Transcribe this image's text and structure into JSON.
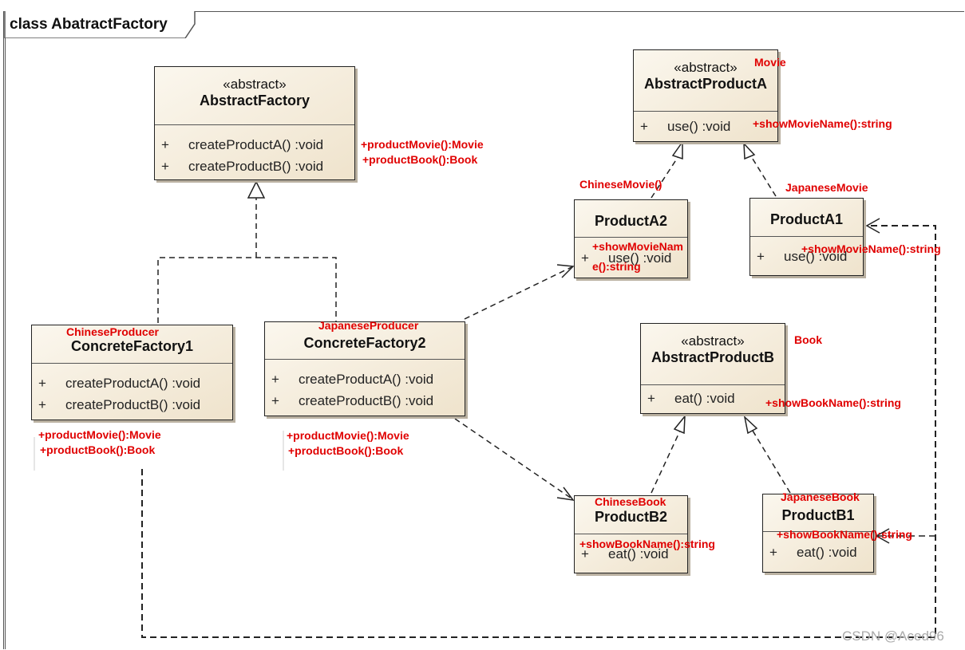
{
  "frame": {
    "title": "class AbatractFactory"
  },
  "classes": {
    "abstract_factory": {
      "stereotype": "«abstract»",
      "name": "AbstractFactory",
      "ops": [
        "createProductA()  :void",
        "createProductB()  :void"
      ]
    },
    "concrete_factory1": {
      "name": "ConcreteFactory1",
      "ops": [
        "createProductA()  :void",
        "createProductB()  :void"
      ]
    },
    "concrete_factory2": {
      "name": "ConcreteFactory2",
      "ops": [
        "createProductA()  :void",
        "createProductB()  :void"
      ]
    },
    "abstract_product_a": {
      "stereotype": "«abstract»",
      "name": "AbstractProductA",
      "ops": [
        "use()  :void"
      ]
    },
    "product_a2": {
      "name": "ProductA2",
      "ops": [
        "use()  :void"
      ]
    },
    "product_a1": {
      "name": "ProductA1",
      "ops": [
        "use()  :void"
      ]
    },
    "abstract_product_b": {
      "stereotype": "«abstract»",
      "name": "AbstractProductB",
      "ops": [
        "eat()  :void"
      ]
    },
    "product_b2": {
      "name": "ProductB2",
      "ops": [
        "eat()  :void"
      ]
    },
    "product_b1": {
      "name": "ProductB1",
      "ops": [
        "eat()  :void"
      ]
    },
    "plus": "+"
  },
  "notes": {
    "af_movie": "+productMovie():Movie",
    "af_book": "+productBook():Book",
    "movie": "Movie",
    "show_movie_name": "+showMovieName():string",
    "chinese_movie": "ChineseMovie()",
    "japanese_movie": "JapaneseMovie",
    "a2_line1": "+showMovieNam",
    "a2_line2": "e():string",
    "a1_show": "+showMovieName():string",
    "chinese_producer": "ChineseProducer",
    "japanese_producer": "JapaneseProducer",
    "book": "Book",
    "show_book_name": "+showBookName():string",
    "cf1_movie": "+productMovie():Movie",
    "cf1_book": "+productBook():Book",
    "cf2_movie": "+productMovie():Movie",
    "cf2_book": "+productBook():Book",
    "chinese_book": "ChineseBook",
    "japanese_book": "JapaneseBook",
    "b2_show": "+showBookName():string",
    "b1_show": "+showBookName():string"
  },
  "watermark": "CSDN @Aced96",
  "colors": {
    "annotation": "#e00000",
    "class_fill": "#f3eada",
    "line": "#222222"
  }
}
